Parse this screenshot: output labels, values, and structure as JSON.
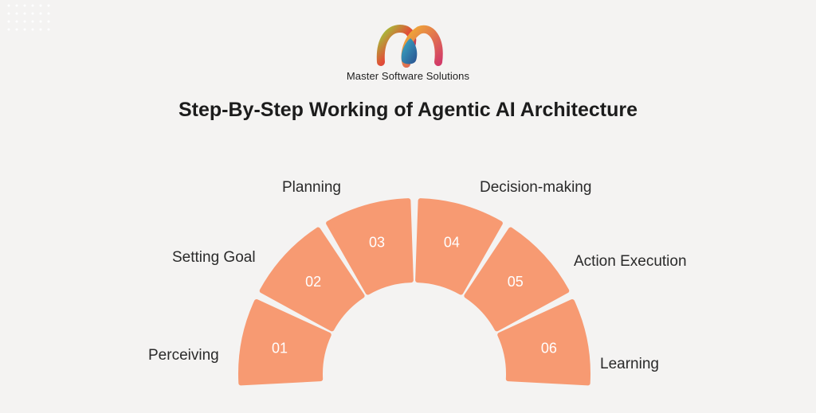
{
  "brand": {
    "name": "Master Software Solutions",
    "icon": "infinity-loop-logo"
  },
  "title": "Step-By-Step Working of Agentic AI Architecture",
  "colors": {
    "background": "#f4f3f2",
    "segment": "#f79a72",
    "segment_text": "#ffffff",
    "label_text": "#2a2a2a"
  },
  "steps": [
    {
      "number": "01",
      "label": "Perceiving"
    },
    {
      "number": "02",
      "label": "Setting Goal"
    },
    {
      "number": "03",
      "label": "Planning"
    },
    {
      "number": "04",
      "label": "Decision-making"
    },
    {
      "number": "05",
      "label": "Action Execution"
    },
    {
      "number": "06",
      "label": "Learning"
    }
  ]
}
